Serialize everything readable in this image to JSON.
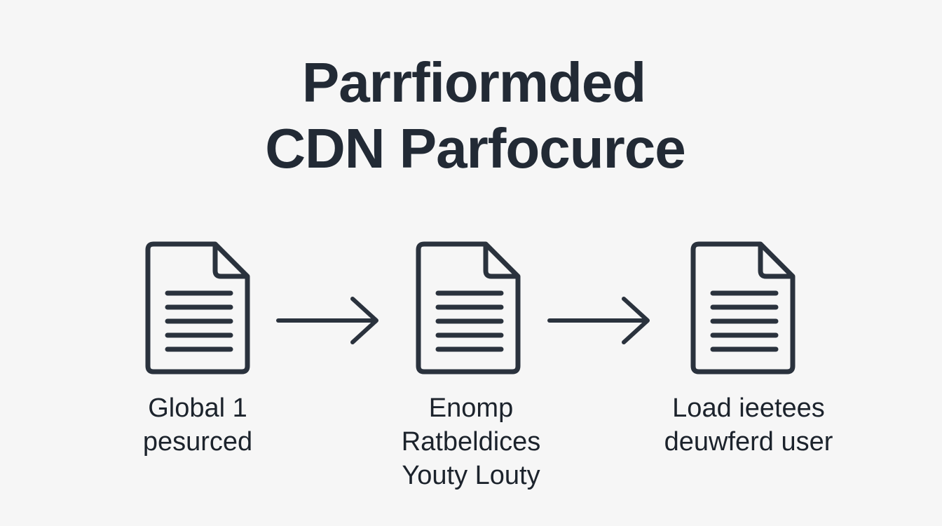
{
  "title": {
    "line1": "Parrfiormded",
    "line2": "CDN Parfocurce"
  },
  "steps": [
    {
      "icon": "document-icon",
      "caption": [
        "Global 1",
        "pesurced"
      ]
    },
    {
      "icon": "document-icon",
      "caption": [
        "Enomp",
        "Ratbeldices",
        "Youty Louty"
      ]
    },
    {
      "icon": "document-icon",
      "caption": [
        "Load ieetees",
        "deuwferd user"
      ]
    }
  ],
  "connectors": [
    "arrow-right-icon",
    "arrow-right-icon"
  ],
  "colors": {
    "background": "#f6f6f6",
    "ink": "#222a35"
  }
}
